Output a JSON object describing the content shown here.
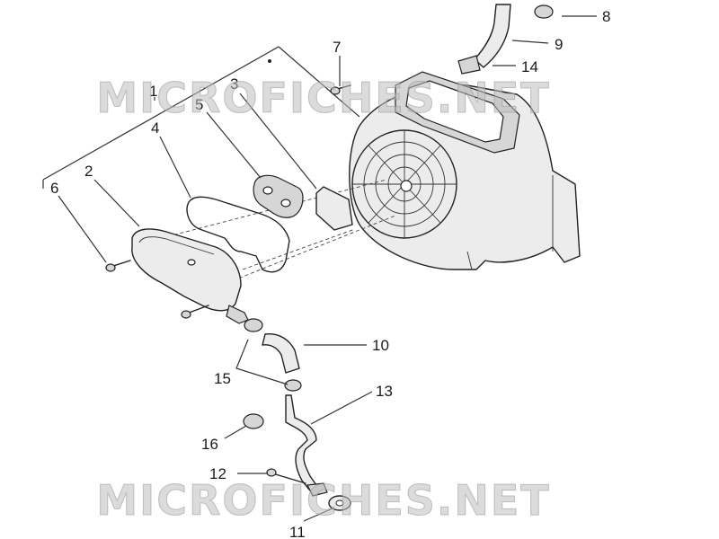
{
  "watermark": {
    "top": "MICROFICHES.NET",
    "bottom": "MICROFICHES.NET"
  },
  "labels": {
    "l1": "1",
    "l2": "2",
    "l3": "3",
    "l4": "4",
    "l5": "5",
    "l6": "6",
    "l7": "7",
    "l8": "8",
    "l9": "9",
    "l10": "10",
    "l11": "11",
    "l12": "12",
    "l13": "13",
    "l14": "14",
    "l15": "15",
    "l16": "16"
  }
}
